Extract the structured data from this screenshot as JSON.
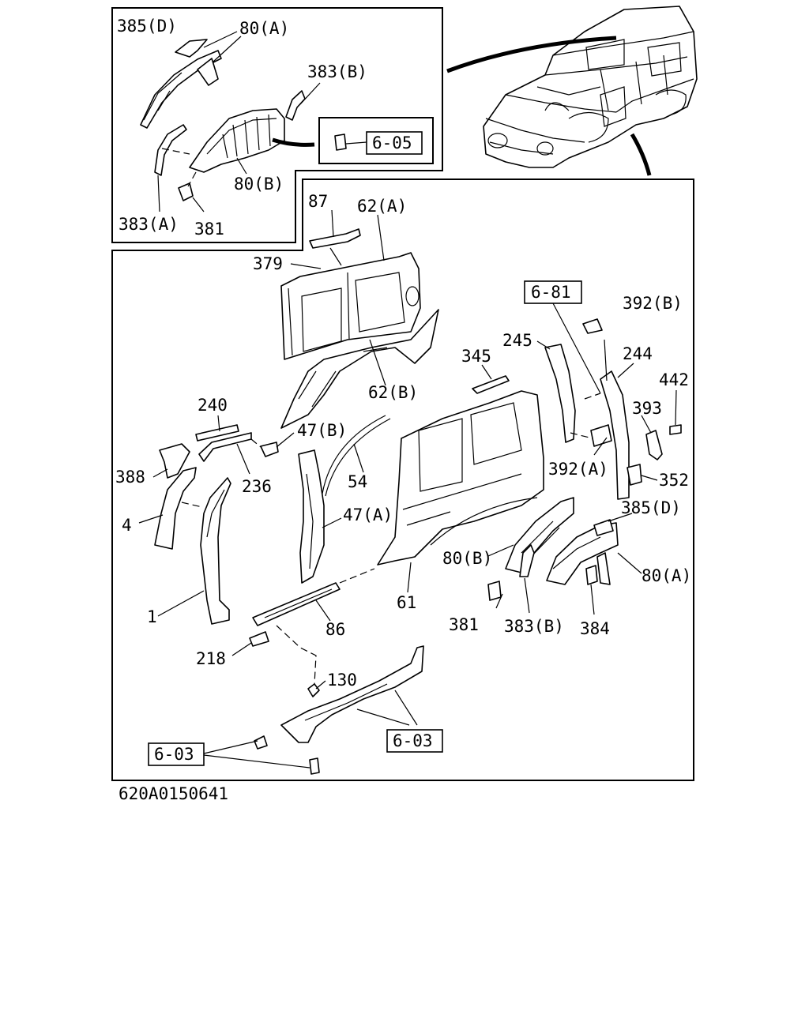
{
  "diagram_id": "620A0150641",
  "labels": {
    "l385d_top": "385(D)",
    "l80a_top": "80(A)",
    "l383b_top": "383(B)",
    "l383a_top": "383(A)",
    "l80b_top": "80(B)",
    "l381_top": "381",
    "l87": "87",
    "l62a": "62(A)",
    "l379": "379",
    "l62b": "62(B)",
    "l392b": "392(B)",
    "l245": "245",
    "l345": "345",
    "l244": "244",
    "l442": "442",
    "l393": "393",
    "l240": "240",
    "l47b": "47(B)",
    "l388": "388",
    "l236": "236",
    "l54": "54",
    "l392a": "392(A)",
    "l352": "352",
    "l385d": "385(D)",
    "l4": "4",
    "l47a": "47(A)",
    "l80b": "80(B)",
    "l80a": "80(A)",
    "l1": "1",
    "l61": "61",
    "l86": "86",
    "l381": "381",
    "l383b": "383(B)",
    "l384": "384",
    "l218": "218",
    "l130": "130"
  },
  "refs": {
    "r605": "6-05",
    "r681": "6-81",
    "r603a": "6-03",
    "r603b": "6-03"
  }
}
